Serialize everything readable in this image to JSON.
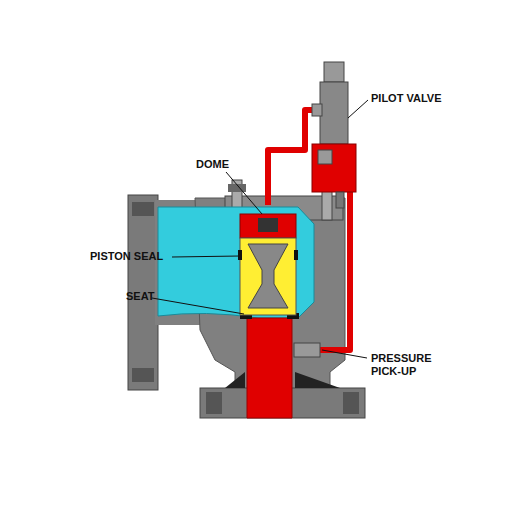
{
  "diagram": {
    "labels": [
      "PILOT VALVE",
      "DOME",
      "PISTON SEAL",
      "SEAT",
      "PRESSURE PICK-UP"
    ]
  }
}
